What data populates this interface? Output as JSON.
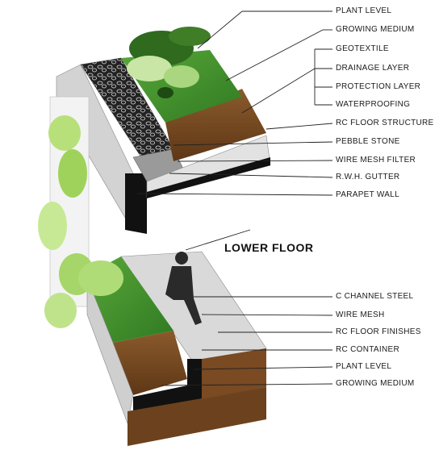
{
  "upper_labels": {
    "plant_level": "PLANT LEVEL",
    "growing_medium": "GROWING MEDIUM",
    "geotextile": "GEOTEXTILE",
    "drainage_layer": "DRAINAGE LAYER",
    "protection_layer": "PROTECTION LAYER",
    "waterproofing": "WATERPROOFING",
    "rc_floor_structure": "RC FLOOR STRUCTURE",
    "pebble_stone": "PEBBLE STONE",
    "wire_mesh_filter": "WIRE MESH FILTER",
    "rwh_gutter": "R.W.H. GUTTER",
    "parapet_wall": "PARAPET WALL"
  },
  "section_title": "LOWER FLOOR",
  "lower_labels": {
    "c_channel_steel": "C CHANNEL STEEL",
    "wire_mesh": "WIRE MESH",
    "rc_floor_finishes": "RC FLOOR FINISHES",
    "rc_container": "RC CONTAINER",
    "plant_level": "PLANT LEVEL",
    "growing_medium": "GROWING MEDIUM"
  },
  "colors": {
    "grass": "#3f8f2e",
    "soil": "#7a4a22",
    "concrete": "#c9c9c9",
    "steel": "#111111",
    "plant": "#8fd14f"
  }
}
